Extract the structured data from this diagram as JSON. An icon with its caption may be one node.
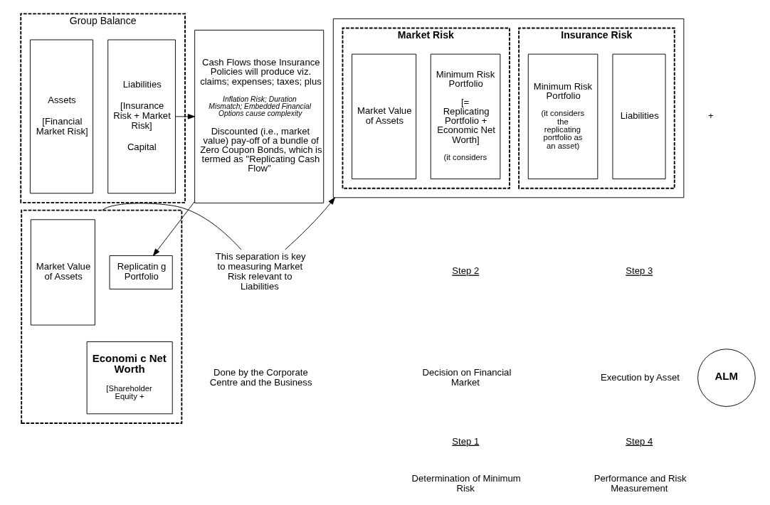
{
  "diagram": {
    "nodes": [
      {
        "text": [
          "Group Balance"
        ]
      },
      {
        "text": [
          "Assets",
          "[Financial Market Risk]"
        ],
        "in": 0
      },
      {
        "text": [
          "Liabilities",
          "[Insurance Risk + Market Risk]",
          "Capital"
        ],
        "in": 0
      },
      {
        "text": [
          "Cash Flows those Insurance Policies will produce viz. claims; expenses; taxes; plus",
          "Inflation Risk; Duration Mismatch; Embedded Financial Options cause complexity",
          "Discounted (i.e., market value) pay-off of a bundle of Zero Coupon Bonds, which is termed as \"Replicating Cash Flow\""
        ]
      },
      {
        "text": [],
        "shape": "box"
      },
      {
        "text": [
          "Market Risk"
        ],
        "in": 4
      },
      {
        "text": [
          "Market Value of Assets"
        ],
        "in": 5
      },
      {
        "text": [
          "Minimum Risk Portfolio",
          "[= Replicating Portfolio + Economic Net Worth]",
          "(it considers"
        ],
        "in": 5
      },
      {
        "text": [
          "Insurance Risk"
        ],
        "in": 4
      },
      {
        "text": [
          "Minimum Risk Portfolio",
          "(it considers the replicating portfolio as an asset)"
        ],
        "in": 8
      },
      {
        "text": [
          "Liabilities"
        ],
        "in": 8
      },
      {
        "text": [],
        "shape": "box"
      },
      {
        "text": [
          "Market Value of Assets"
        ],
        "in": 11
      },
      {
        "text": [
          "Replicatin g Portfolio"
        ],
        "in": 11
      },
      {
        "text": [
          "Economi c Net Worth",
          "[Shareholder Equity +"
        ],
        "in": 11
      },
      {
        "text": [
          "This separation is key to measuring Market Risk relevant to Liabilities"
        ]
      },
      {
        "text": [
          "ALM"
        ]
      }
    ],
    "edges": [
      {
        "from": 2,
        "to": 3,
        "arrow": "to"
      },
      {
        "from": 3,
        "to": 13,
        "arrow": "to"
      },
      {
        "from": 15,
        "to": 4,
        "arrow": "to"
      },
      {
        "from": 15,
        "to": 11,
        "arrow": "none"
      }
    ],
    "labels": [
      "+",
      "Step 2",
      "Decision on Financial Market",
      "Step 3",
      "Execution by Asset",
      "Step 1",
      "Determination of Minimum Risk",
      "Step 4",
      "Performance and Risk Measurement",
      "Done by the Corporate Centre and the Business"
    ]
  }
}
